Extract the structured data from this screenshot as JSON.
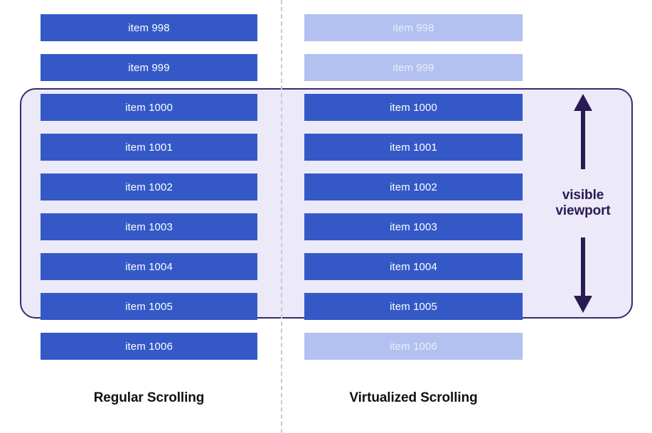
{
  "diagram": {
    "title_left": "Regular Scrolling",
    "title_right": "Virtualized Scrolling",
    "viewport_label_line1": "visible",
    "viewport_label_line2": "viewport",
    "colors": {
      "item_active": "#3459c7",
      "item_faded": "#b2c1ef",
      "viewport_fill": "#ece9f9",
      "viewport_border": "#3a2a6e",
      "divider": "#c9c9cf",
      "caption_text": "#111111",
      "annotation_text": "#2a1a52",
      "item_text": "#ffffff"
    }
  },
  "left_column": {
    "items": [
      {
        "label": "item 998",
        "state": "active"
      },
      {
        "label": "item 999",
        "state": "active"
      },
      {
        "label": "item 1000",
        "state": "active"
      },
      {
        "label": "item 1001",
        "state": "active"
      },
      {
        "label": "item 1002",
        "state": "active"
      },
      {
        "label": "item 1003",
        "state": "active"
      },
      {
        "label": "item 1004",
        "state": "active"
      },
      {
        "label": "item 1005",
        "state": "active"
      },
      {
        "label": "item 1006",
        "state": "active"
      }
    ]
  },
  "right_column": {
    "items": [
      {
        "label": "item 998",
        "state": "faded"
      },
      {
        "label": "item 999",
        "state": "faded"
      },
      {
        "label": "item 1000",
        "state": "active"
      },
      {
        "label": "item 1001",
        "state": "active"
      },
      {
        "label": "item 1002",
        "state": "active"
      },
      {
        "label": "item 1003",
        "state": "active"
      },
      {
        "label": "item 1004",
        "state": "active"
      },
      {
        "label": "item 1005",
        "state": "active"
      },
      {
        "label": "item 1006",
        "state": "faded"
      }
    ]
  }
}
